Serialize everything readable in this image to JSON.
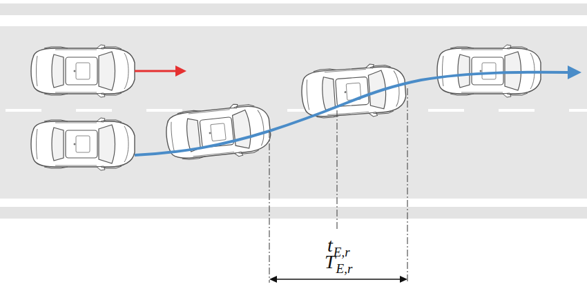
{
  "diagram": {
    "labels": [
      "t",
      "E,r",
      "T",
      "E,r"
    ]
  }
}
